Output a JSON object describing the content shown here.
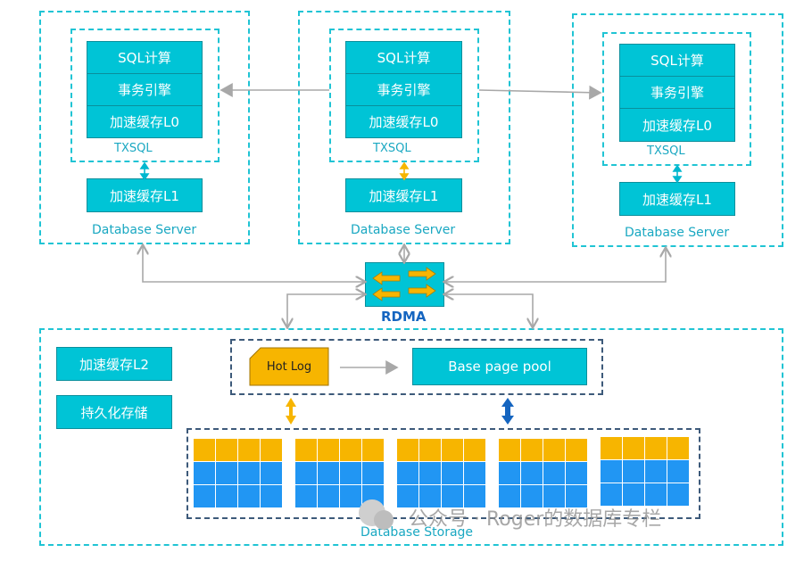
{
  "servers": [
    {
      "label": "Database Server",
      "txsql_label": "TXSQL",
      "layers": [
        "SQL计算",
        "事务引擎",
        "加速缓存L0"
      ],
      "cache_l1": "加速缓存L1"
    },
    {
      "label": "Database Server",
      "txsql_label": "TXSQL",
      "layers": [
        "SQL计算",
        "事务引擎",
        "加速缓存L0"
      ],
      "cache_l1": "加速缓存L1"
    },
    {
      "label": "Database Server",
      "txsql_label": "TXSQL",
      "layers": [
        "SQL计算",
        "事务引擎",
        "加速缓存L0"
      ],
      "cache_l1": "加速缓存L1"
    }
  ],
  "rdma": {
    "label": "RDMA"
  },
  "storage": {
    "label": "Database Storage",
    "cache_l2": "加速缓存L2",
    "persistent": "持久化存储",
    "hot_log": "Hot Log",
    "base_page_pool": "Base page pool"
  },
  "watermark": "公众号 · Roger的数据库专栏",
  "colors": {
    "cyan": "#00c4d6",
    "dashed": "#20c4d4",
    "gray_arrow": "#a8a8a8",
    "yellow": "#f7b500",
    "blue": "#2196f3",
    "dark_blue": "#1565c0"
  }
}
